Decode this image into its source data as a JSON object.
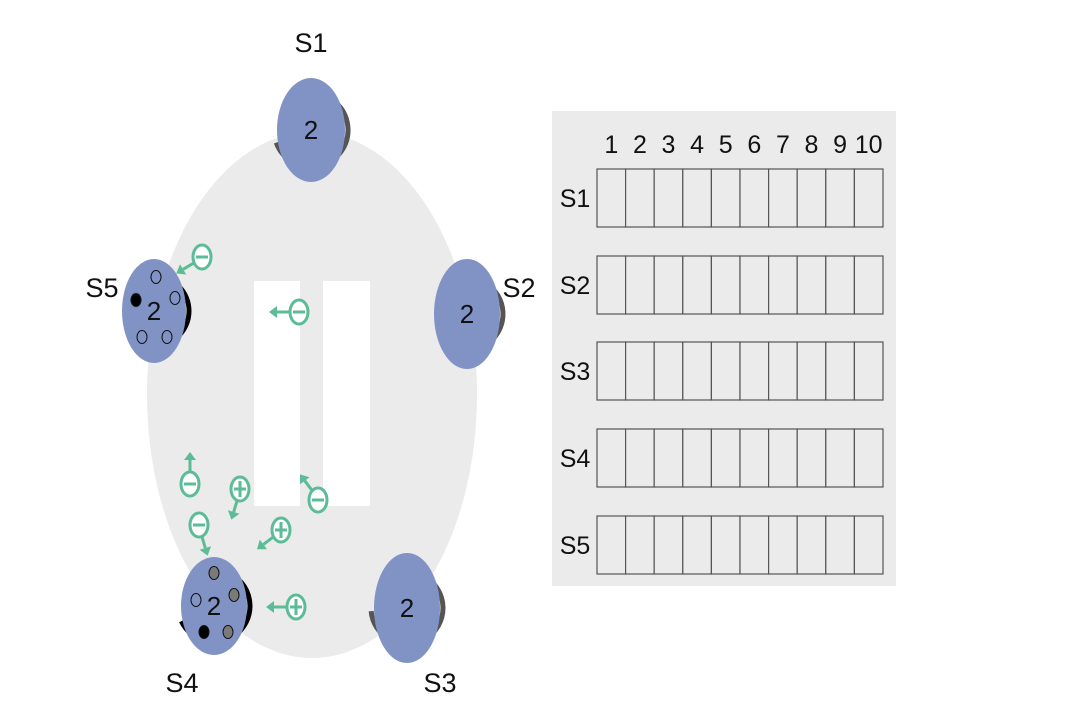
{
  "stations": [
    {
      "id": "S1",
      "label": "S1",
      "count": "2",
      "ring": "gray"
    },
    {
      "id": "S2",
      "label": "S2",
      "count": "2",
      "ring": "gray"
    },
    {
      "id": "S3",
      "label": "S3",
      "count": "2",
      "ring": "gray"
    },
    {
      "id": "S4",
      "label": "S4",
      "count": "2",
      "ring": "black"
    },
    {
      "id": "S5",
      "label": "S5",
      "count": "2",
      "ring": "black"
    }
  ],
  "table": {
    "columns": [
      "1",
      "2",
      "3",
      "4",
      "5",
      "6",
      "7",
      "8",
      "9",
      "10"
    ],
    "rows": [
      "S1",
      "S2",
      "S3",
      "S4",
      "S5"
    ]
  },
  "colors": {
    "node_fill": "#8193c5",
    "arena_fill": "#ebebeb",
    "particle": "#5cbc97",
    "ring_gray": "#555555",
    "ring_black": "#000000"
  },
  "particle_icons": [
    "plus-circle",
    "minus-circle"
  ]
}
